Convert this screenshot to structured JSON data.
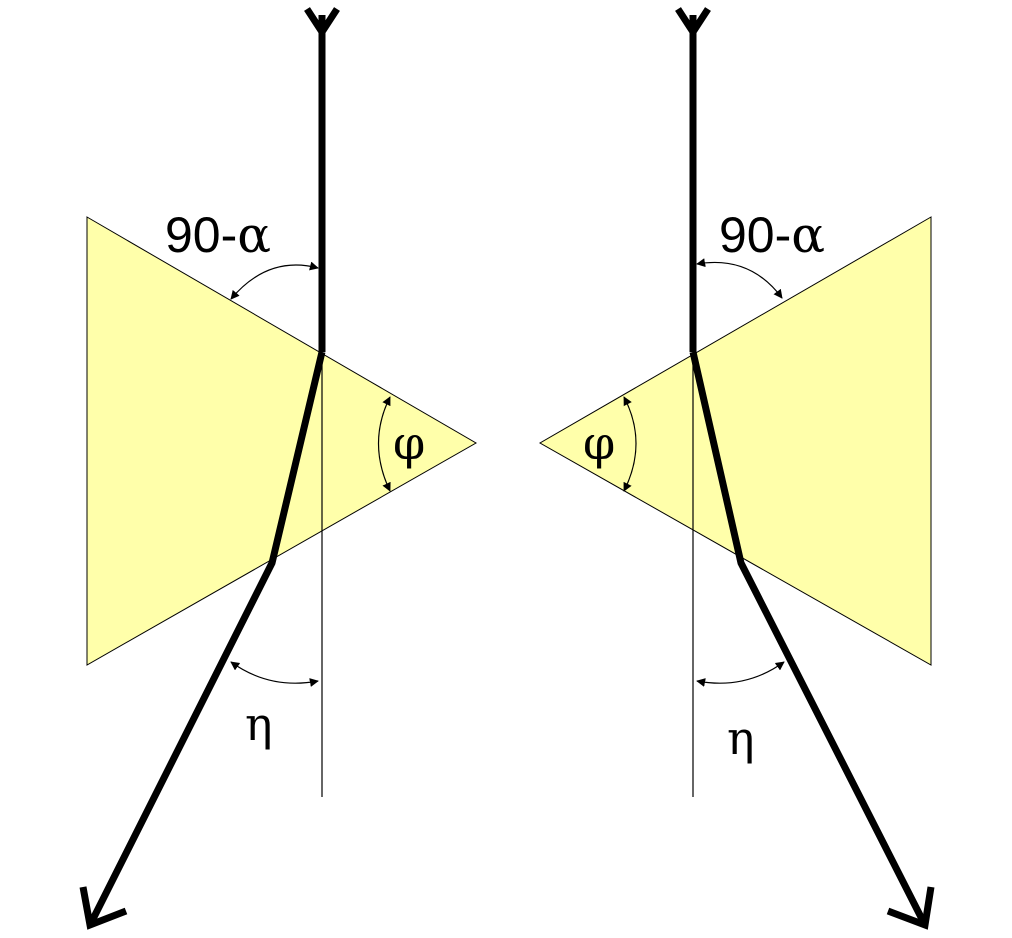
{
  "colors": {
    "prism_fill": "#FFFFAA",
    "ray": "#000000",
    "background": "#FFFFFF"
  },
  "left_panel": {
    "deviation_num": "90-",
    "deviation_sym": "α",
    "apex_angle": "φ",
    "exit_angle": "η"
  },
  "right_panel": {
    "deviation_num": "90-",
    "deviation_sym": "α",
    "apex_angle": "φ",
    "exit_angle": "η"
  }
}
